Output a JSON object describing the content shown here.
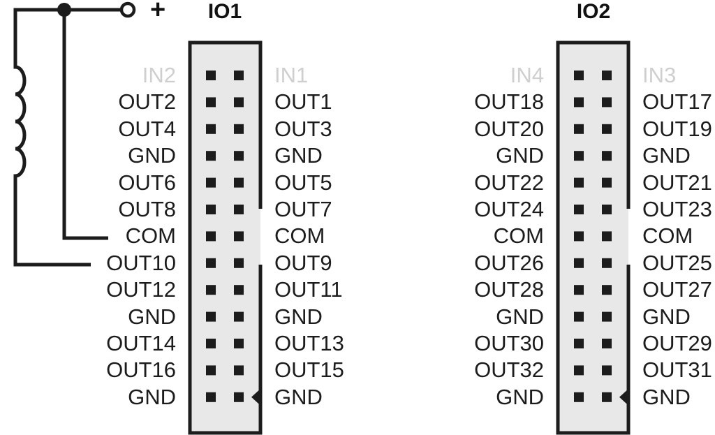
{
  "colors": {
    "ink": "#1c1c1c",
    "connector_fill": "#e8e8e8",
    "disabled_label": "#cfcfcf",
    "background": "#ffffff"
  },
  "supply": {
    "symbol": "+"
  },
  "connectors": [
    {
      "title": "IO1",
      "rows": [
        {
          "left": "IN2",
          "right": "IN1",
          "disabled": true
        },
        {
          "left": "OUT2",
          "right": "OUT1"
        },
        {
          "left": "OUT4",
          "right": "OUT3"
        },
        {
          "left": "GND",
          "right": "GND"
        },
        {
          "left": "OUT6",
          "right": "OUT5"
        },
        {
          "left": "OUT8",
          "right": "OUT7"
        },
        {
          "left": "COM",
          "right": "COM"
        },
        {
          "left": "OUT10",
          "right": "OUT9"
        },
        {
          "left": "OUT12",
          "right": "OUT11"
        },
        {
          "left": "GND",
          "right": "GND"
        },
        {
          "left": "OUT14",
          "right": "OUT13"
        },
        {
          "left": "OUT16",
          "right": "OUT15"
        },
        {
          "left": "GND",
          "right": "GND"
        }
      ]
    },
    {
      "title": "IO2",
      "rows": [
        {
          "left": "IN4",
          "right": "IN3",
          "disabled": true
        },
        {
          "left": "OUT18",
          "right": "OUT17"
        },
        {
          "left": "OUT20",
          "right": "OUT19"
        },
        {
          "left": "GND",
          "right": "GND"
        },
        {
          "left": "OUT22",
          "right": "OUT21"
        },
        {
          "left": "OUT24",
          "right": "OUT23"
        },
        {
          "left": "COM",
          "right": "COM"
        },
        {
          "left": "OUT26",
          "right": "OUT25"
        },
        {
          "left": "OUT28",
          "right": "OUT27"
        },
        {
          "left": "GND",
          "right": "GND"
        },
        {
          "left": "OUT30",
          "right": "OUT29"
        },
        {
          "left": "OUT32",
          "right": "OUT31"
        },
        {
          "left": "GND",
          "right": "GND"
        }
      ]
    }
  ]
}
